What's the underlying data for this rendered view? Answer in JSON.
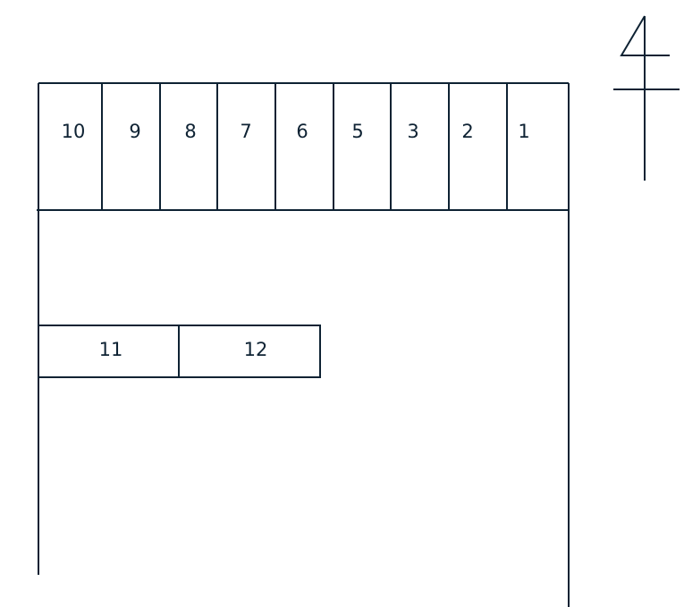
{
  "lot": {
    "top_stalls": [
      {
        "label": "10"
      },
      {
        "label": "9"
      },
      {
        "label": "8"
      },
      {
        "label": "7"
      },
      {
        "label": "6"
      },
      {
        "label": "5"
      },
      {
        "label": "3"
      },
      {
        "label": "2"
      },
      {
        "label": "1"
      }
    ],
    "lower_stalls": [
      {
        "label": "11"
      },
      {
        "label": "12"
      }
    ]
  },
  "compass": {
    "icon": "north-arrow-icon"
  },
  "colors": {
    "line": "#0e2233",
    "background": "#ffffff"
  }
}
